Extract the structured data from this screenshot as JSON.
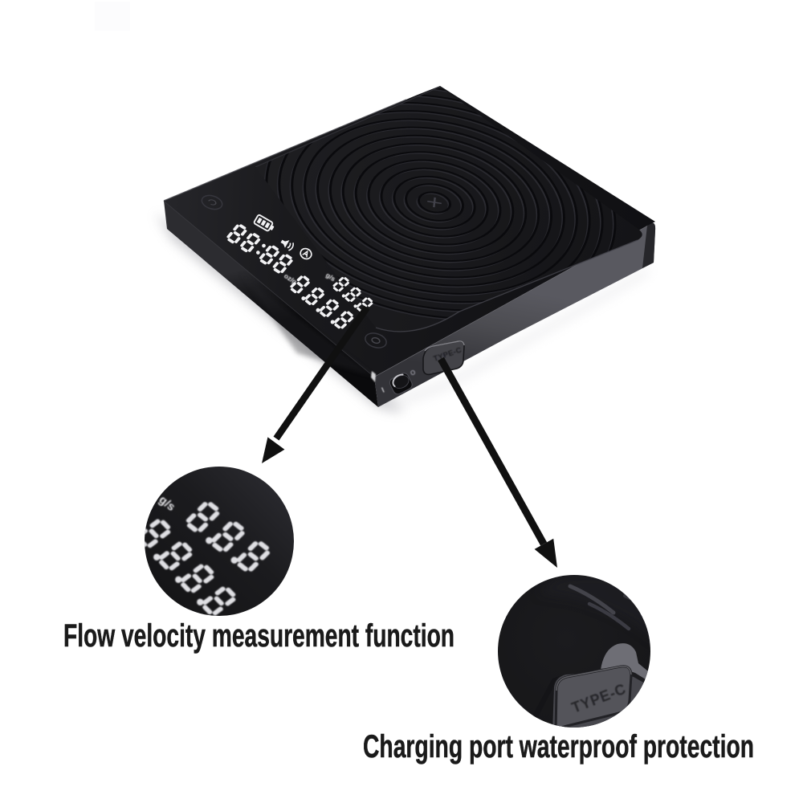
{
  "scene": {
    "background": "#ffffff",
    "type": "product-photo-with-callouts"
  },
  "scale_device": {
    "display": {
      "battery_icon": "battery-icon",
      "mute_icon": "speaker-mute-icon",
      "auto_icon": "circled-a-icon",
      "timer_value": "88:88",
      "weight_value": "8.8.8.8",
      "weight_unit": "oz/g",
      "flow_value": "8.8.8",
      "flow_unit": "g/s"
    },
    "side": {
      "port_label": "TYPE-C",
      "power_on_mark": "I",
      "power_off_mark": "O"
    }
  },
  "callouts": {
    "flow_detail": {
      "caption": "Flow velocity measurement function",
      "unit_label": "g/s",
      "digit_rows": [
        "8.8.8",
        "8.8.8.8"
      ]
    },
    "port_detail": {
      "caption": "Charging port waterproof protection",
      "embossed_label": "TYPE-C"
    }
  },
  "colors": {
    "body_black": "#17171a",
    "pad_black": "#1a1a1d",
    "side_gray": "#4e4e53",
    "digit_white": "#f2f2f4",
    "caption_black": "#1a1a1a",
    "arrow_black": "#101010"
  }
}
